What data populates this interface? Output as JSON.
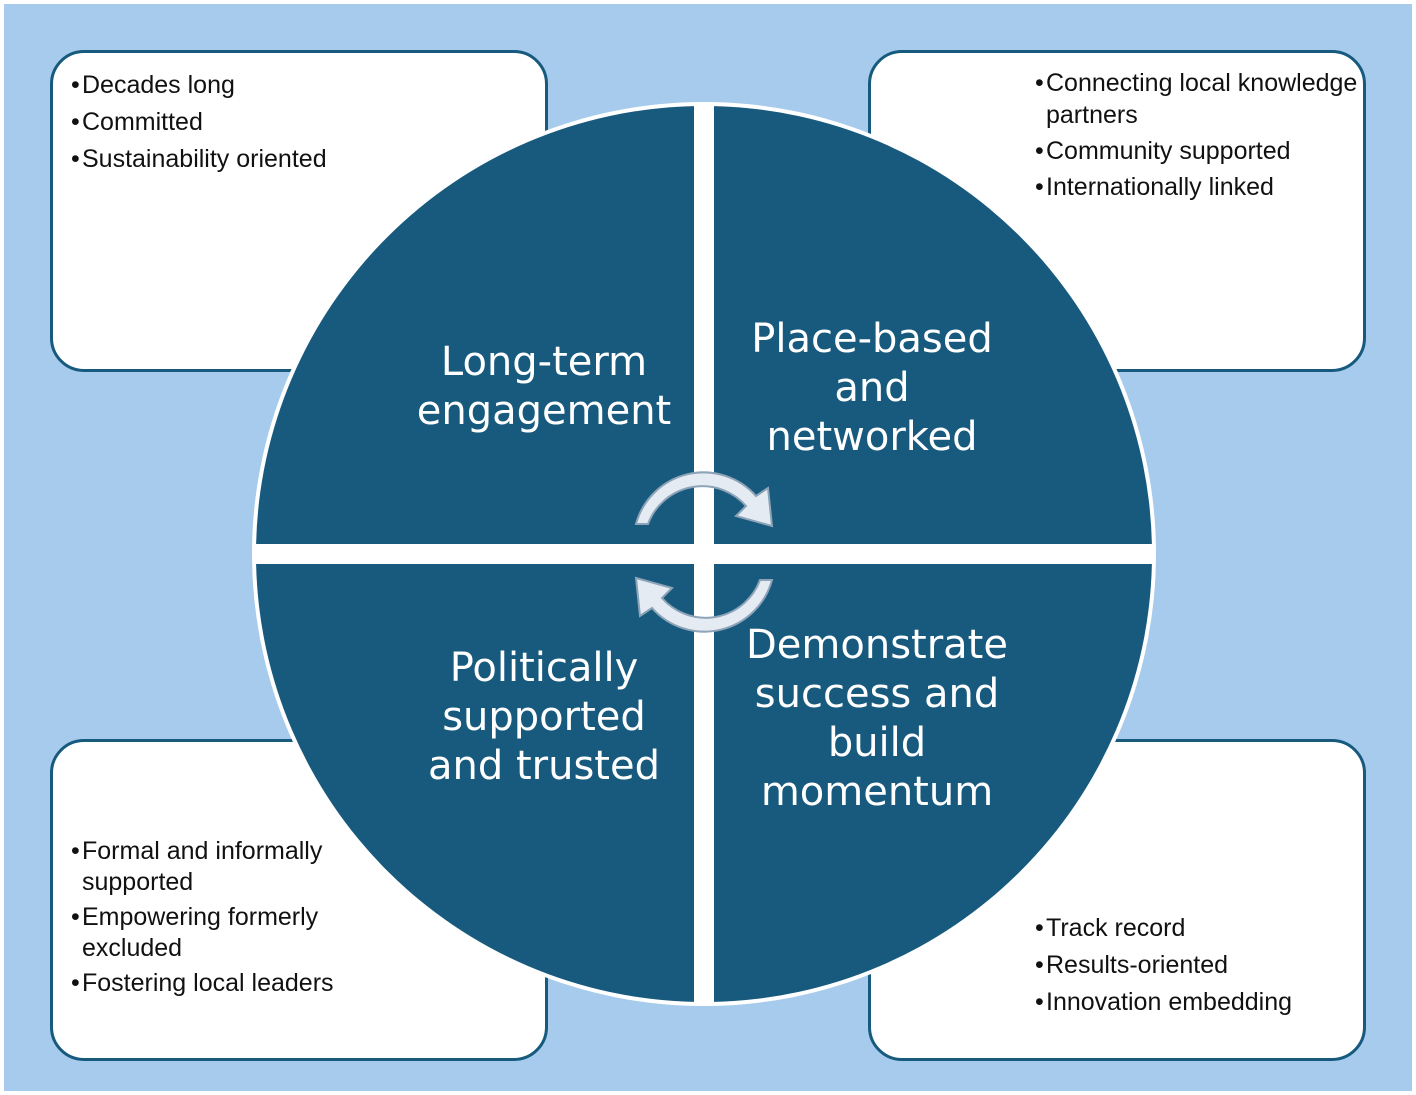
{
  "diagram": {
    "quadrants": [
      {
        "id": "top-left",
        "title": "Long-term engagement",
        "color": "#175a7e"
      },
      {
        "id": "top-right",
        "title": "Place-based and networked",
        "color": "#175a7e"
      },
      {
        "id": "bottom-left",
        "title": "Politically supported and trusted",
        "color": "#175a7e"
      },
      {
        "id": "bottom-right",
        "title": "Demonstrate success and build momentum",
        "color": "#175a7e"
      }
    ],
    "boxes": {
      "top_left": [
        "Decades long",
        "Committed",
        "Sustainability oriented"
      ],
      "top_right": [
        "Connecting local knowledge partners",
        "Community supported",
        "Internationally linked"
      ],
      "bottom_left": [
        "Formal and informally supported",
        "Empowering formerly excluded",
        "Fostering local leaders"
      ],
      "bottom_right": [
        "Track record",
        "Results-oriented",
        "Innovation embedding"
      ]
    },
    "center_icon": "circular-arrows-icon",
    "colors": {
      "background": "#a7cbec",
      "quadrant_fill": "#175a7e",
      "box_border": "#175a7e",
      "arrow_fill": "#e4ebf2"
    }
  }
}
